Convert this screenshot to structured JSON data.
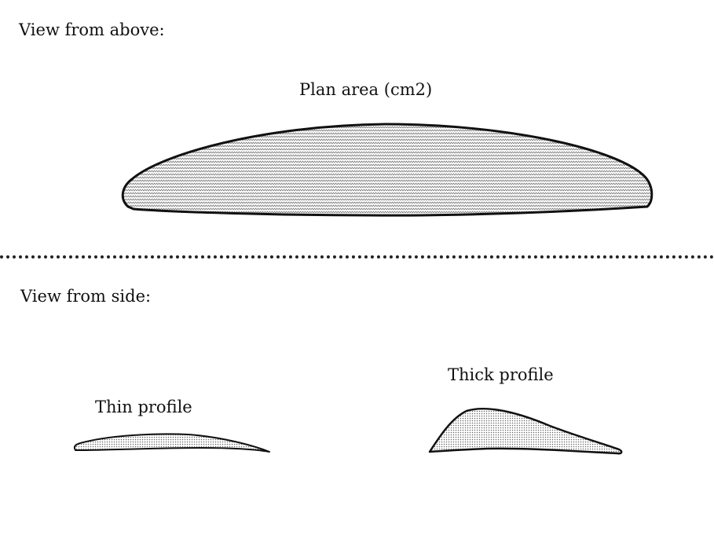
{
  "top_section": {
    "heading": "View from above:",
    "plan_label": "Plan area (cm2)"
  },
  "bottom_section": {
    "heading": "View from side:",
    "thin_label": "Thin profile",
    "thick_label": "Thick profile"
  },
  "colors": {
    "outline": "#111111",
    "fill_pattern": "#777777",
    "divider": "#222222"
  },
  "icons": {
    "plan": "wing-planform-shape",
    "thin": "thin-airfoil-shape",
    "thick": "thick-airfoil-shape"
  }
}
